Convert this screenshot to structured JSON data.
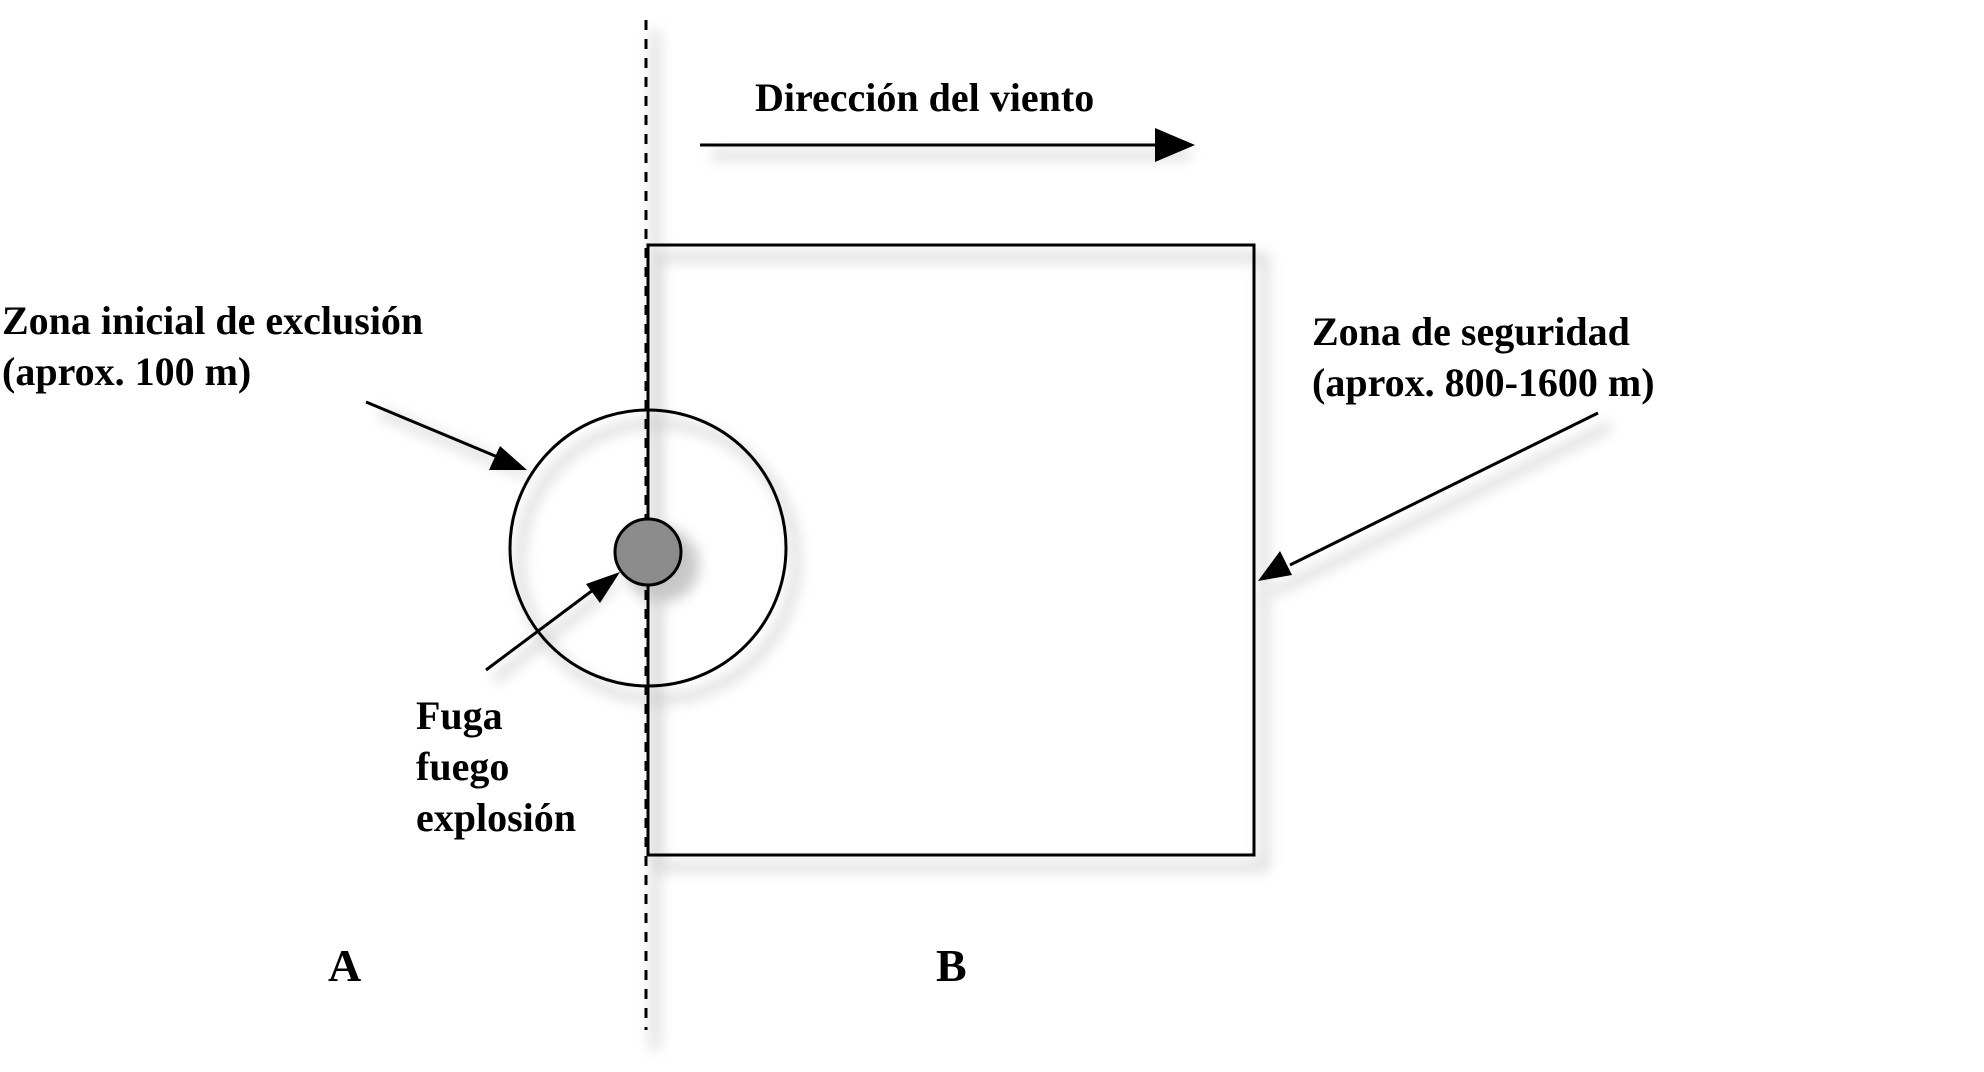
{
  "labels": {
    "wind_direction": "Dirección del viento",
    "exclusion_zone": {
      "line1": "Zona inicial de exclusión",
      "line2": "(aprox. 100 m)"
    },
    "safety_zone": {
      "line1": "Zona de seguridad",
      "line2": "(aprox. 800-1600 m)"
    },
    "source": {
      "line1": "Fuga",
      "line2": "fuego",
      "line3": "explosión"
    },
    "area_a": "A",
    "area_b": "B"
  },
  "colors": {
    "stroke": "#000000",
    "source_fill": "#8c8c8c",
    "shadow": "#9a9a9a",
    "background": "#ffffff"
  }
}
